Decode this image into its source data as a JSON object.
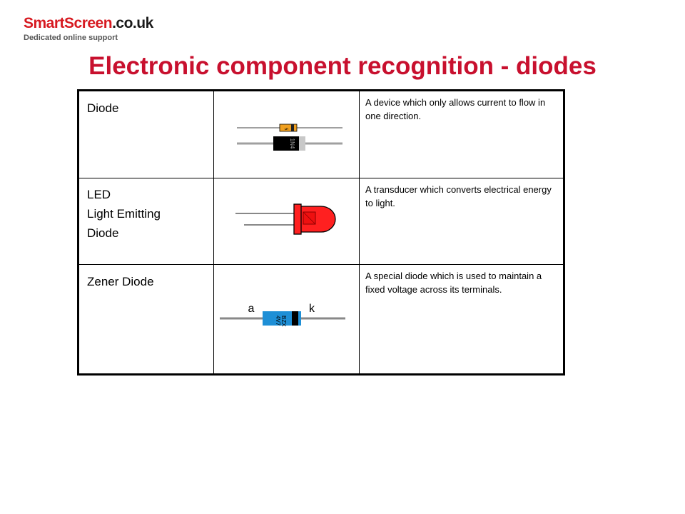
{
  "logo": {
    "brand_main": "SmartScreen",
    "brand_ext": ".co.uk",
    "tagline": "Dedicated online support"
  },
  "title": "Electronic component recognition - diodes",
  "rows": [
    {
      "name_lines": [
        "Diode"
      ],
      "image": {
        "type": "diode",
        "small_marking": "5",
        "large_marking": "1N4"
      },
      "description": "A device which only allows current to flow in one direction."
    },
    {
      "name_lines": [
        "LED",
        "Light Emitting",
        "Diode"
      ],
      "image": {
        "type": "led"
      },
      "description": "A transducer which converts electrical energy to light."
    },
    {
      "name_lines": [
        "Zener Diode"
      ],
      "image": {
        "type": "zener",
        "marking_line1": "BZX",
        "marking_line2": "4V7",
        "anode_label": "a",
        "cathode_label": "k"
      },
      "description": "A special diode which is used to maintain a fixed voltage across its terminals."
    }
  ],
  "colors": {
    "title": "#c8102e",
    "logo_red": "#d71920",
    "diode_small_body": "#f0a020",
    "diode_large_body": "#000000",
    "led_red": "#ff2020",
    "zener_blue": "#1e8fd6"
  }
}
